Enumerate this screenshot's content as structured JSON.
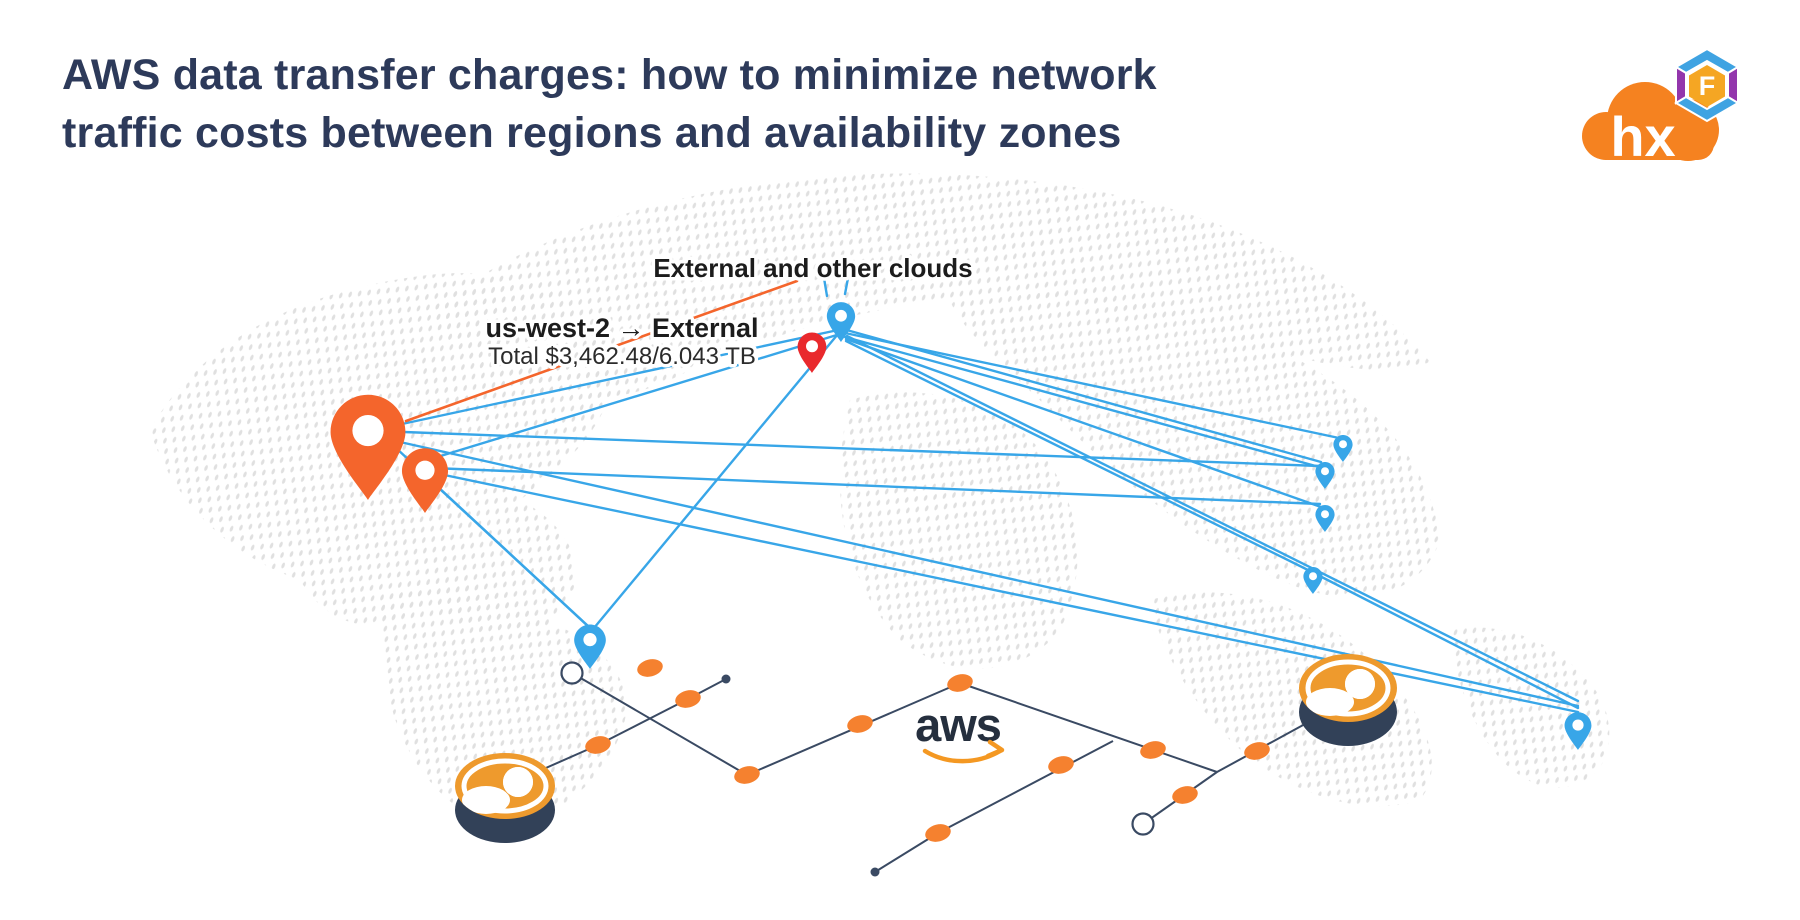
{
  "header": {
    "title_line1": "AWS data transfer charges: how to minimize network",
    "title_line2": "traffic costs between regions and availability zones"
  },
  "logo": {
    "cloud_text": "hx",
    "hex_letter": "F",
    "cloud_color": "#F58220",
    "hex_blue": "#3FA3E2",
    "hex_purple": "#9336AC",
    "hex_center": "#F5A623"
  },
  "diagram": {
    "labels": {
      "external_clouds": "External and other clouds",
      "route": "us-west-2 → External",
      "total": "Total $3,462.48/6.043 TB"
    },
    "aws_text": "aws",
    "colors": {
      "link_blue": "#38A6E8",
      "pin_orange": "#F4652C",
      "pin_red": "#E9292D",
      "network_dark": "#3A4A63",
      "node_orange": "#F5812F",
      "map_dot": "#E0E0E0",
      "title_navy": "#2D3A5A",
      "aws_smile": "#F49822"
    }
  }
}
